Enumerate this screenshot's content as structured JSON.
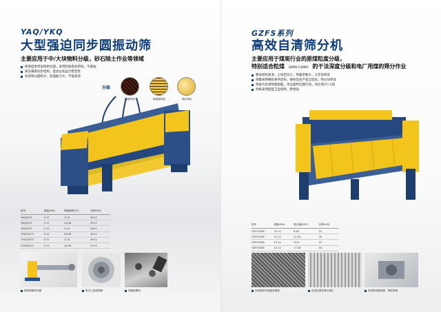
{
  "left_page": {
    "series": "YAQ/YKQ",
    "title": "大型强迫同步圆振动筛",
    "subtitle": "主要应用于中/大块物料分级，砂石除土作业等领域",
    "bullets": [
      "目测度更单层筛更合面，采用轮振密封结构，不漏油",
      "简支横梁同步结构，提高主机运行稳定性",
      "有效筛分面积大，处理能力大，节能高效"
    ],
    "grading_label": "分级",
    "mesh_labels": [
      "格栅筛板",
      "聚氨酯筛板",
      "橡胶筛板"
    ],
    "table": {
      "headers": [
        "型号",
        "振幅(MM)",
        "筛面面积(M²)",
        "功率(KW)"
      ],
      "rows": [
        [
          "YAQ2870",
          "9-11",
          "21.8",
          "30×2"
        ],
        [
          "YAQ3073",
          "9-11",
          "26.28",
          "30×2"
        ],
        [
          "YKQ2870",
          "9-11",
          "21.8",
          "30×2"
        ],
        [
          "2YAQ3073",
          "9-11",
          "26.28",
          "30×2"
        ],
        [
          "2YKQ2870",
          "9-11",
          "21.8",
          "30×2"
        ],
        [
          "2YKQ3073",
          "9-11",
          "26.28",
          "37×2"
        ]
      ]
    },
    "thumbs": [
      "橡胶筛箱同步器",
      "带法兰盘激振器",
      "侧面板螺栓"
    ]
  },
  "right_page": {
    "series": "GZFS系列",
    "title": "高效自清筛分机",
    "subtitle_lines": [
      "主要应用于煤炭行业的原煤粒度分级，",
      "特别适合粒煤",
      "的干法深度分级和电厂用煤的筛分作业"
    ],
    "subtitle_small": "（6MM-13MM）",
    "bullets": [
      "整体结构紧凑，占地空间小，筛面参数大，工作效率高",
      "弹簧采用橡胶悬吊结构，维修及生产安全提高，筛分效率高",
      "筛板为高弹性聚氨酯，单位面积比膜片快，同比增大1.5倍",
      "侧板采用配型卫型结构，稳性强"
    ],
    "table": {
      "headers": [
        "型号",
        "振幅(MM)",
        "筛分面积(M²)",
        "功率(KW)"
      ],
      "rows": [
        [
          "GZFS1848",
          "10-12",
          "8.64",
          "22"
        ],
        [
          "GZFS2448",
          "10-12",
          "11.52",
          "30"
        ],
        [
          "GZFS3048",
          "10-12",
          "14.4",
          "37"
        ],
        [
          "GZFS3648",
          "10-12",
          "17.28",
          "45"
        ]
      ]
    },
    "thumbs": [
      "采用橡胶杆组高效筛板",
      "自适应弹性筛片弹片",
      "采用振动器减振，降低低噪"
    ]
  },
  "colors": {
    "brand_blue": "#0d3d7a",
    "frame_blue": "#2b4f86",
    "screen_yellow": "#f2c41c"
  }
}
